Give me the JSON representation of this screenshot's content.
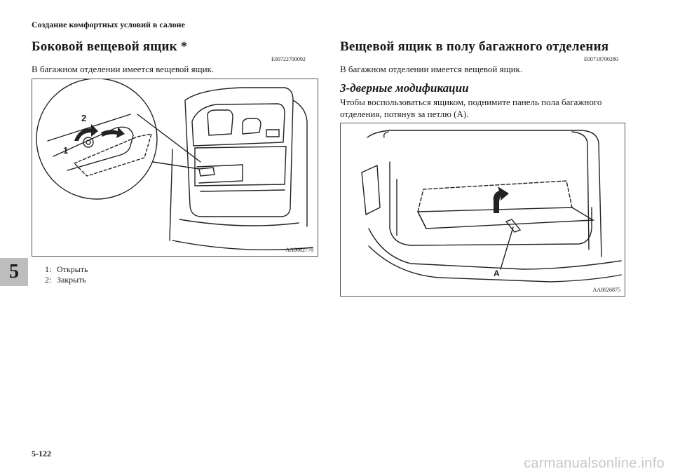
{
  "header": {
    "title": "Создание комфортных условий в салоне"
  },
  "left": {
    "heading": "Боковой вещевой ящик *",
    "code": "E00722700092",
    "text": "В багажном отделении имеется вещевой ящик.",
    "figure": {
      "label": "AA0062778",
      "callouts": [
        "2",
        "1"
      ]
    },
    "legend": [
      {
        "num": "1:",
        "label": "Открыть"
      },
      {
        "num": "2:",
        "label": "Закрыть"
      }
    ]
  },
  "right": {
    "heading": "Вещевой ящик в полу багажного отделения",
    "code": "E00718700280",
    "text": "В багажном отделении имеется вещевой ящик.",
    "subheading": "3-дверные модификации",
    "para_line1": "Чтобы воспользоваться ящиком, поднимите панель пола багажного",
    "para_line2": "отделения, потянув за петлю (A).",
    "figure": {
      "label": "AA0026875",
      "callout": "A"
    }
  },
  "chapter_tab": "5",
  "page_number": "5-122",
  "watermark": "carmanualsonline.info"
}
